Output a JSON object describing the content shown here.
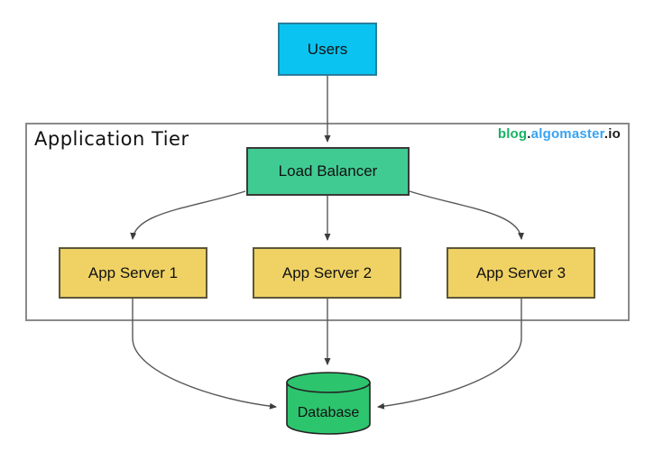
{
  "diagram": {
    "container": {
      "label": "Application Tier"
    },
    "watermark": {
      "part1": "blog",
      "dot1": ".",
      "part2": "algomaster",
      "part3": ".io",
      "part1_color": "#16b364",
      "part2_color": "#38a3f2",
      "dark_color": "#1c1c1c"
    },
    "nodes": {
      "users": {
        "label": "Users",
        "fill": "#0bc3f0",
        "border": "#2a7d9a"
      },
      "load_balancer": {
        "label": "Load Balancer",
        "fill": "#40cb93",
        "border": "#3a3a3a"
      },
      "app_server_1": {
        "label": "App Server 1",
        "fill": "#f0d264",
        "border": "#5c5638"
      },
      "app_server_2": {
        "label": "App Server 2",
        "fill": "#f0d264",
        "border": "#5c5638"
      },
      "app_server_3": {
        "label": "App Server 3",
        "fill": "#f0d264",
        "border": "#5c5638"
      },
      "database": {
        "label": "Database",
        "fill": "#2dc46e",
        "border": "#222222"
      }
    },
    "edges": [
      "users -> load_balancer",
      "load_balancer -> app_server_1",
      "load_balancer -> app_server_2",
      "load_balancer -> app_server_3",
      "app_server_1 -> database",
      "app_server_2 -> database",
      "app_server_3 -> database"
    ],
    "line_color": "#575757",
    "arrowhead_color": "#3d3d3d"
  }
}
